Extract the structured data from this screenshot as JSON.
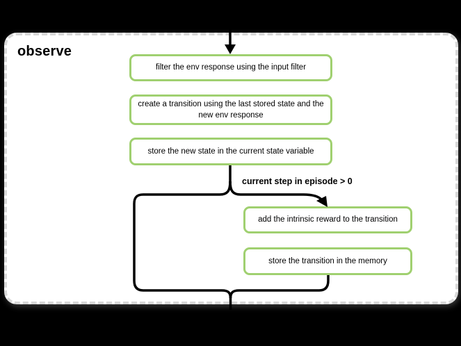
{
  "canvas": {
    "background": "#000000"
  },
  "panel": {
    "title": "observe",
    "background": "#ffffff",
    "border_color": "#d8d8d8",
    "border_style": "dashed"
  },
  "flow": {
    "steps": [
      {
        "id": "filter-env-response",
        "label": "filter the env response using the input filter"
      },
      {
        "id": "create-transition",
        "label": "create a transition using the last stored state and the new env response"
      },
      {
        "id": "store-new-state",
        "label": "store the new state in the current state variable"
      },
      {
        "id": "add-intrinsic-reward",
        "label": "add the intrinsic reward to the transition"
      },
      {
        "id": "store-transition-memory",
        "label": "store the transition in the memory"
      }
    ],
    "condition_label": "current step in episode > 0",
    "node_border_color": "#a0d070",
    "node_background": "#ffffff",
    "connector_color": "#000000",
    "text_color": "#000000"
  }
}
